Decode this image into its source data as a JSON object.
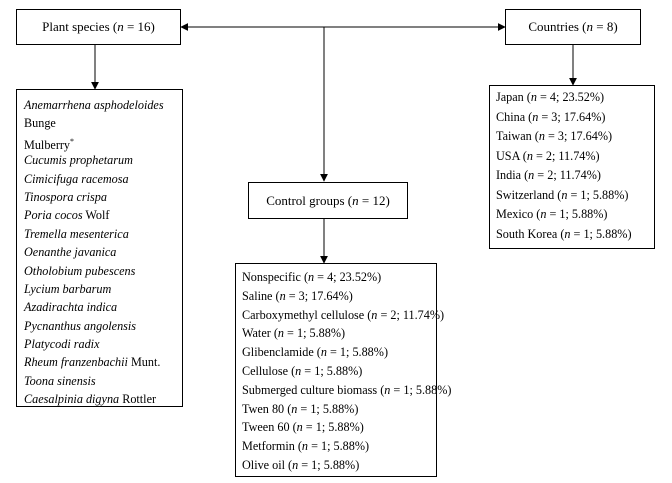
{
  "nodes": {
    "plant": {
      "title_pre": "Plant species (",
      "n_var": "n",
      "title_post": " = 16)",
      "items": [
        {
          "italic": "Anemarrhena asphodeloides",
          "normal": ""
        },
        {
          "italic": "",
          "normal": "Bunge"
        },
        {
          "italic": "",
          "normal": "Mulberry",
          "sup": "*"
        },
        {
          "italic": "Cucumis prophetarum",
          "normal": ""
        },
        {
          "italic": "Cimicifuga racemosa",
          "normal": ""
        },
        {
          "italic": "Tinospora crispa",
          "normal": ""
        },
        {
          "italic": "Poria cocos",
          "normal": " Wolf"
        },
        {
          "italic": "Tremella mesenterica",
          "normal": ""
        },
        {
          "italic": "Oenanthe javanica",
          "normal": ""
        },
        {
          "italic": "Otholobium pubescens",
          "normal": ""
        },
        {
          "italic": "Lycium barbarum",
          "normal": ""
        },
        {
          "italic": "Azadirachta indica",
          "normal": ""
        },
        {
          "italic": "Pycnanthus angolensis",
          "normal": ""
        },
        {
          "italic": "Platycodi radix",
          "normal": ""
        },
        {
          "italic": "Rheum franzenbachii",
          "normal": " Munt."
        },
        {
          "italic": "Toona sinensis",
          "normal": ""
        },
        {
          "italic": "Caesalpinia digyna",
          "normal": " Rottler"
        }
      ]
    },
    "countries": {
      "title_pre": "Countries (",
      "n_var": "n",
      "title_post": " = 8)",
      "items": [
        {
          "label": "Japan",
          "stat": "4; 23.52%"
        },
        {
          "label": "China",
          "stat": "3; 17.64%"
        },
        {
          "label": "Taiwan",
          "stat": "3; 17.64%"
        },
        {
          "label": "USA",
          "stat": "2; 11.74%"
        },
        {
          "label": "India",
          "stat": "2; 11.74%"
        },
        {
          "label": "Switzerland",
          "stat": "1; 5.88%"
        },
        {
          "label": "Mexico",
          "stat": "1; 5.88%"
        },
        {
          "label": "South Korea",
          "stat": "1; 5.88%"
        }
      ]
    },
    "control": {
      "title_pre": "Control groups (",
      "n_var": "n",
      "title_post": " = 12)",
      "items": [
        {
          "label": "Nonspecific",
          "stat": "4; 23.52%"
        },
        {
          "label": "Saline",
          "stat": "3; 17.64%"
        },
        {
          "label": "Carboxymethyl cellulose",
          "stat": "2; 11.74%"
        },
        {
          "label": "Water",
          "stat": "1; 5.88%"
        },
        {
          "label": "Glibenclamide",
          "stat": "1; 5.88%"
        },
        {
          "label": "Cellulose",
          "stat": "1; 5.88%"
        },
        {
          "label": "Submerged culture biomass",
          "stat": "1; 5.88%"
        },
        {
          "label": "Twen 80",
          "stat": "1; 5.88%"
        },
        {
          "label": "Tween 60",
          "stat": "1; 5.88%"
        },
        {
          "label": "Metformin",
          "stat": "1; 5.88%"
        },
        {
          "label": "Olive oil",
          "stat": "1; 5.88%"
        }
      ]
    }
  },
  "stat_var": "n",
  "colors": {
    "line": "#000000",
    "background": "#ffffff",
    "text": "#000000"
  }
}
